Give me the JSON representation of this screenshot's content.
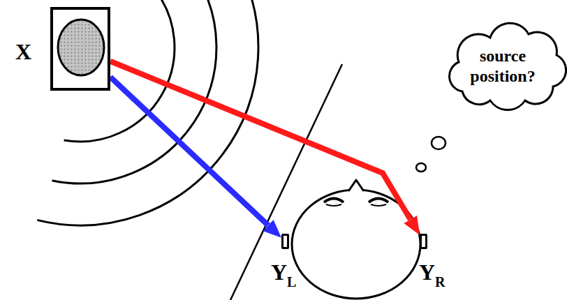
{
  "diagram": {
    "nodes": [
      {
        "text": [
          "X"
        ]
      },
      {
        "text": [
          "Y",
          "L"
        ]
      },
      {
        "text": [
          "Y",
          "R"
        ]
      },
      {
        "text": [
          "source position?"
        ]
      }
    ],
    "edges": [
      {
        "from": 0,
        "to": 1,
        "arrow": "to"
      },
      {
        "from": 0,
        "to": 2,
        "arrow": "to"
      }
    ]
  }
}
